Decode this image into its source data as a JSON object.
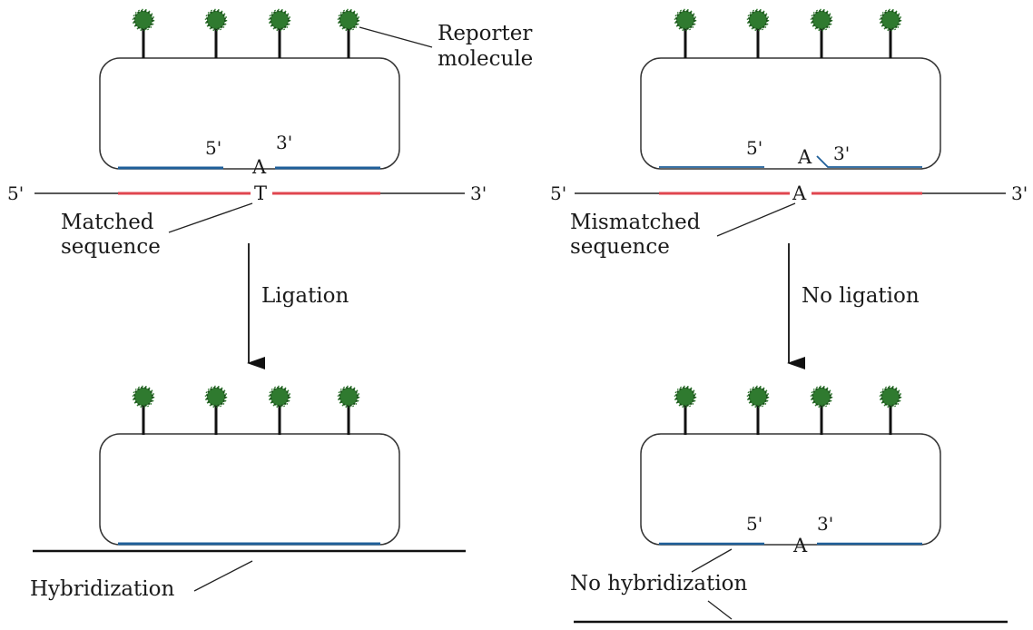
{
  "colors": {
    "reporter_fill": "#2f7a2f",
    "reporter_stem": "#111111",
    "probe_strand": "#1f5f99",
    "target_region": "#e0454f",
    "target_strand": "#222222",
    "outline": "#333333"
  },
  "left": {
    "reporter_label_line1": "Reporter",
    "reporter_label_line2": "molecule",
    "probe_5": "5'",
    "probe_3": "3'",
    "probe_base": "A",
    "target_5": "5'",
    "target_3": "3'",
    "target_base": "T",
    "sequence_label_line1": "Matched",
    "sequence_label_line2": "sequence",
    "step_label": "Ligation",
    "result_label": "Hybridization"
  },
  "right": {
    "probe_5": "5'",
    "probe_3": "3'",
    "probe_base": "A",
    "target_5": "5'",
    "target_3": "3'",
    "target_base": "A",
    "sequence_label_line1": "Mismatched",
    "sequence_label_line2": "sequence",
    "step_label": "No ligation",
    "result_probe_5": "5'",
    "result_probe_3": "3'",
    "result_base": "A",
    "result_label": "No hybridization"
  }
}
